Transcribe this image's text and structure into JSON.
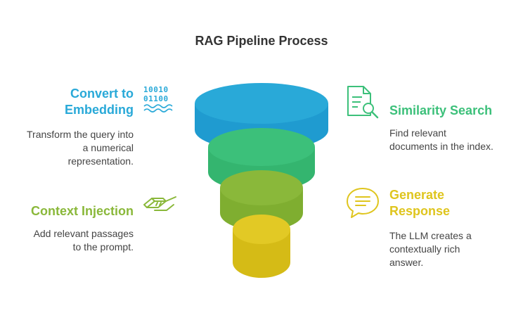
{
  "title": "RAG Pipeline Process",
  "steps": [
    {
      "heading_lines": [
        "Convert to",
        "Embedding"
      ],
      "description_lines": [
        "Transform the query into",
        "a numerical",
        "representation."
      ],
      "color": "#29a9d8",
      "icon": "binary-data-icon",
      "icon_text": [
        "10010",
        "01100"
      ]
    },
    {
      "heading_lines": [
        "Similarity Search"
      ],
      "description_lines": [
        "Find relevant",
        "documents in the index."
      ],
      "color": "#3cc07a",
      "icon": "document-search-icon"
    },
    {
      "heading_lines": [
        "Context Injection"
      ],
      "description_lines": [
        "Add relevant passages",
        "to the prompt."
      ],
      "color": "#8ab83a",
      "icon": "syringe-icon"
    },
    {
      "heading_lines": [
        "Generate",
        "Response"
      ],
      "description_lines": [
        "The LLM creates a",
        "contextually rich",
        "answer."
      ],
      "color": "#dfc51e",
      "icon": "chat-bubble-icon"
    }
  ]
}
